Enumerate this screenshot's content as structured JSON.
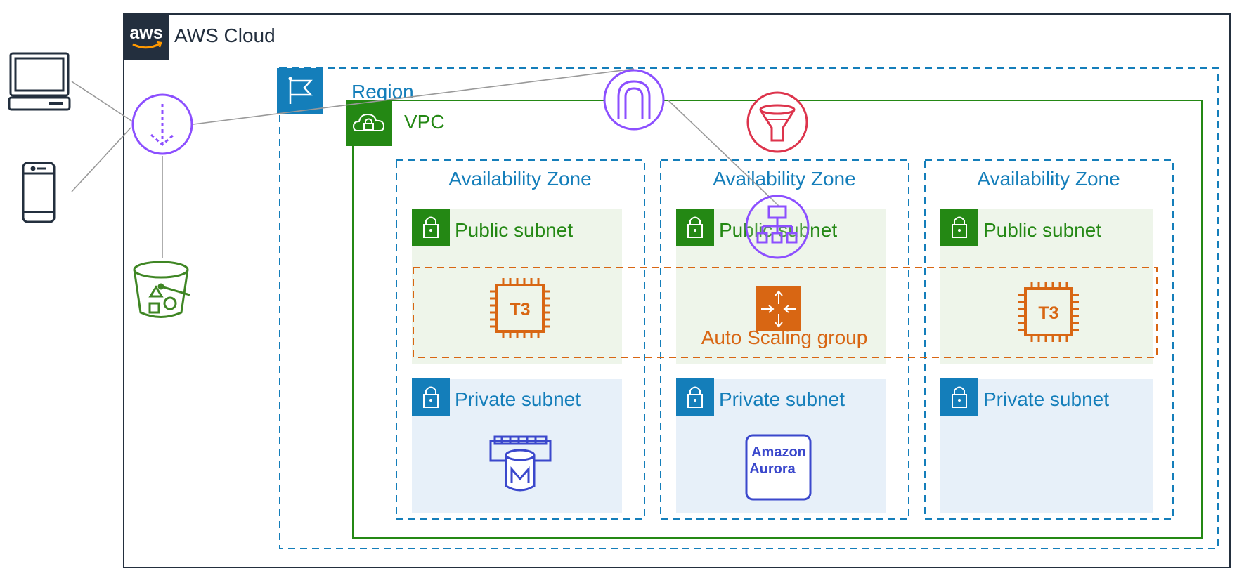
{
  "cloud": {
    "label": "AWS Cloud",
    "logo_text": "aws",
    "color": "#232F3E"
  },
  "region": {
    "label": "Region",
    "color": "#147EBA"
  },
  "vpc": {
    "label": "VPC",
    "color": "#248814"
  },
  "availability_zones": [
    {
      "label": "Availability Zone",
      "public_subnet": "Public subnet",
      "private_subnet": "Private subnet",
      "private_resource": "elasticache-memcached-icon"
    },
    {
      "label": "Availability Zone",
      "public_subnet": "Public subnet",
      "private_subnet": "Private subnet",
      "private_resource": "amazon-aurora-icon"
    },
    {
      "label": "Availability Zone",
      "public_subnet": "Public subnet",
      "private_subnet": "Private subnet",
      "private_resource": ""
    }
  ],
  "auto_scaling_group": {
    "label": "Auto Scaling group",
    "color": "#D86613"
  },
  "instances": [
    {
      "label": "T3",
      "icon": "ec2-t3-instance-icon"
    },
    {
      "label": "T3",
      "icon": "ec2-t3-instance-icon"
    }
  ],
  "aurora": {
    "line1": "Amazon",
    "line2": "Aurora"
  },
  "clients": [
    {
      "icon": "desktop-client-icon"
    },
    {
      "icon": "mobile-client-icon"
    }
  ],
  "services": [
    {
      "icon": "cloudfront-icon",
      "color": "#8C4FFF"
    },
    {
      "icon": "internet-gateway-icon",
      "color": "#8C4FFF"
    },
    {
      "icon": "waf-filter-icon",
      "color": "#DD344C"
    },
    {
      "icon": "load-balancer-icon",
      "color": "#8C4FFF"
    },
    {
      "icon": "s3-bucket-icon",
      "color": "#3F8624"
    },
    {
      "icon": "auto-scaling-icon",
      "color": "#D86613"
    }
  ],
  "colors": {
    "public_subnet_fill": "#EEF5EA",
    "private_subnet_fill": "#E7F0F9",
    "database_blue": "#3B48CC",
    "connector": "#999999"
  }
}
